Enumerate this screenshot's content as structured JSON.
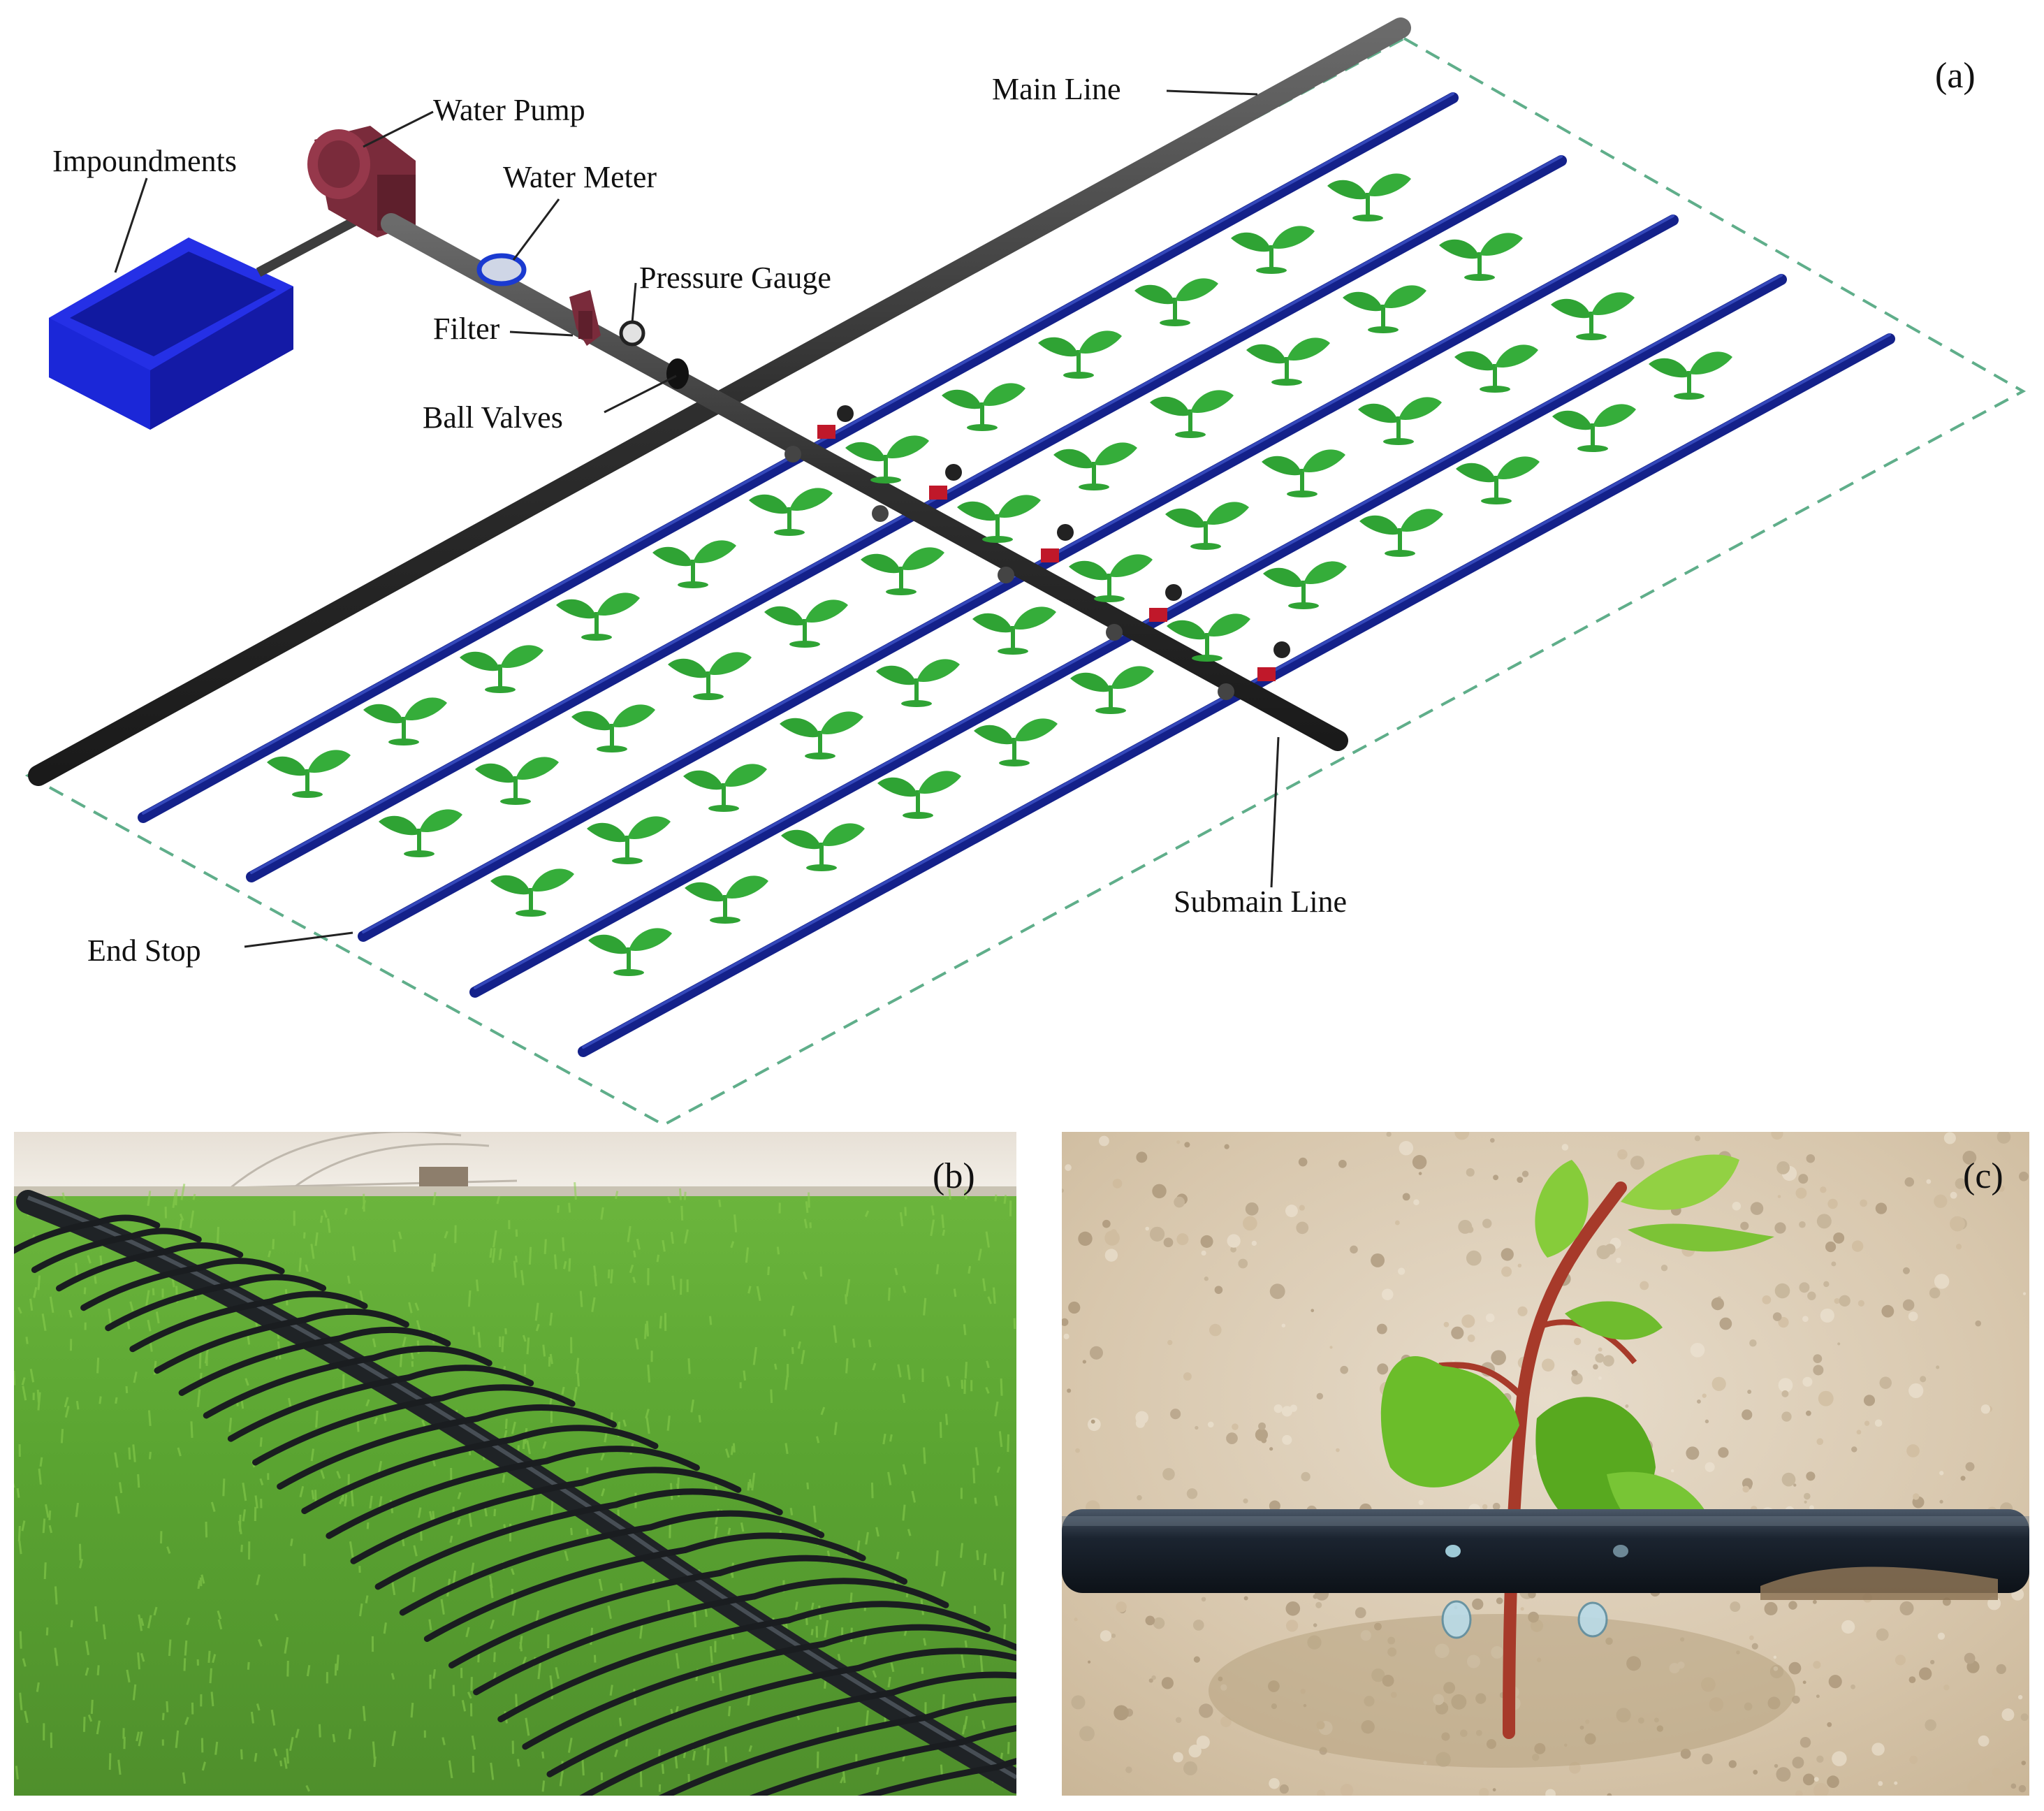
{
  "panels": {
    "a": {
      "tag": "(a)",
      "labels": {
        "water_pump": "Water Pump",
        "impoundments": "Impoundments",
        "water_meter": "Water Meter",
        "pressure_gauge": "Pressure Gauge",
        "filter": "Filter",
        "ball_valves": "Ball Valves",
        "main_line": "Main Line",
        "end_stop": "End Stop",
        "submain_line": "Submain Line"
      }
    },
    "b": {
      "tag": "(b)"
    },
    "c": {
      "tag": "(c)"
    }
  },
  "colors": {
    "main_pipe": "#3a3a3a",
    "lateral_pipe": "#14218a",
    "tank": "#1a22c9",
    "pump": "#7a2b3b",
    "valve": "#c0182a",
    "plant": "#2fa334",
    "field_border": "#5fae8a"
  },
  "icons": {
    "plant": "seedling-icon",
    "pump": "water-pump-icon",
    "tank": "impoundment-tank-icon"
  }
}
